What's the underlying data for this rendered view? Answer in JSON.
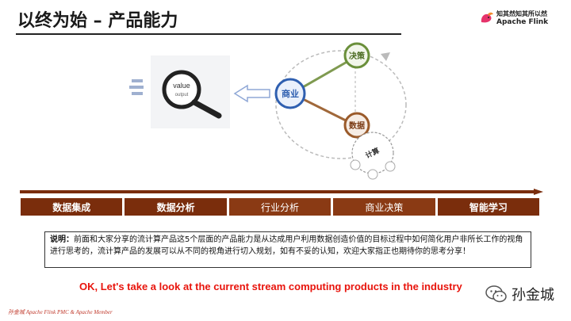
{
  "slide": {
    "title": "以终为始 – 产品能力",
    "brand_tagline": "知其然知其所以然",
    "brand_name": "Apache Flink"
  },
  "diagram": {
    "magnifier_text_1": "value",
    "magnifier_text_2": "output",
    "node_business": "商业",
    "node_decision": "决策",
    "node_data": "数据",
    "node_compute": "计算"
  },
  "stages": [
    "数据集成",
    "数据分析",
    "行业分析",
    "商业决策",
    "智能学习"
  ],
  "note": {
    "label": "说明：",
    "text": "前面和大家分享的流计算产品这5个层面的产品能力是从达成用户利用数据创造价值的目标过程中如何简化用户非所长工作的视角进行思考的，流计算产品的发展可以从不同的视角进行切入规划，如有不妥的认知，欢迎大家指正也期待你的思考分享！"
  },
  "cta": "OK, Let's take a look at the current stream computing products in the industry",
  "watermark": "孙金城",
  "footer": "孙金城 Apache Flink PMC & Apache Member",
  "colors": {
    "accent": "#7a2d0c",
    "cta": "#e8140c",
    "blue_node": "#2f5fb0",
    "green_node": "#6a8f3a",
    "brown_node": "#9a5a2a"
  }
}
